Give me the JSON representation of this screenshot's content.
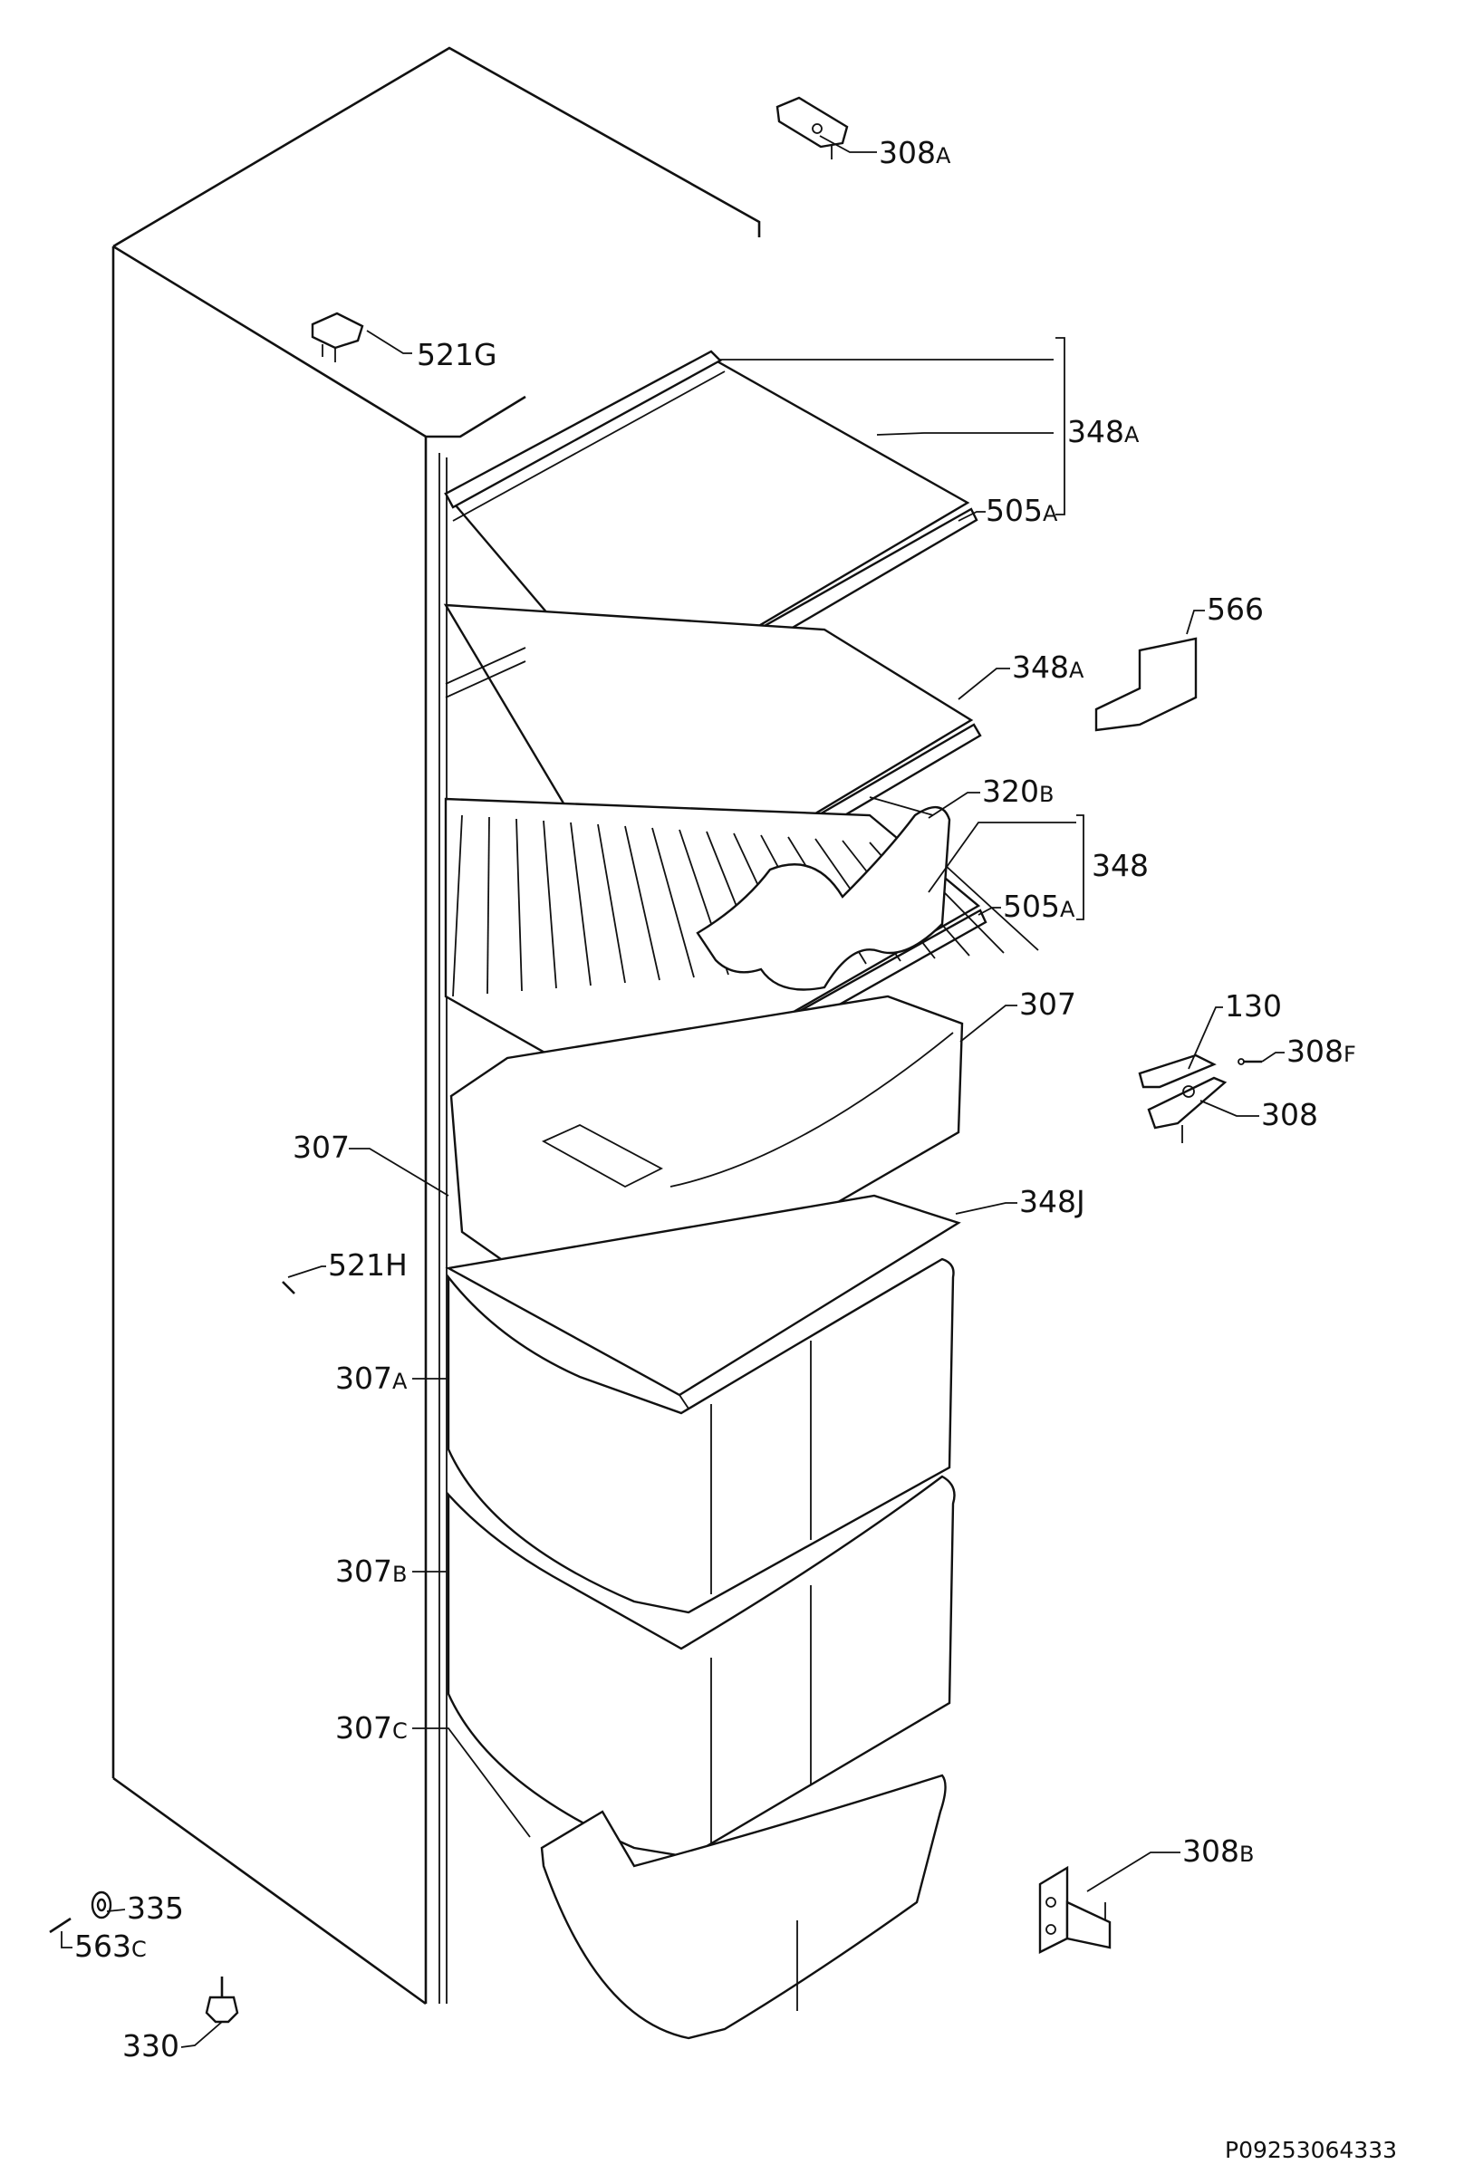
{
  "diagram": {
    "doc_number": "P09253064333",
    "labels": [
      {
        "id": "308A",
        "main": "308",
        "sub": "A"
      },
      {
        "id": "521G",
        "main": "521G",
        "sub": ""
      },
      {
        "id": "348A-1",
        "main": "348",
        "sub": "A"
      },
      {
        "id": "505A-1",
        "main": "505",
        "sub": "A"
      },
      {
        "id": "566",
        "main": "566",
        "sub": ""
      },
      {
        "id": "348A-2",
        "main": "348",
        "sub": "A"
      },
      {
        "id": "320B",
        "main": "320",
        "sub": "B"
      },
      {
        "id": "348",
        "main": "348",
        "sub": ""
      },
      {
        "id": "505A-2",
        "main": "505",
        "sub": "A"
      },
      {
        "id": "307-right",
        "main": "307",
        "sub": ""
      },
      {
        "id": "130",
        "main": "130",
        "sub": ""
      },
      {
        "id": "308F",
        "main": "308",
        "sub": "F"
      },
      {
        "id": "308",
        "main": "308",
        "sub": ""
      },
      {
        "id": "307-left",
        "main": "307",
        "sub": ""
      },
      {
        "id": "348J",
        "main": "348J",
        "sub": ""
      },
      {
        "id": "521H",
        "main": "521H",
        "sub": ""
      },
      {
        "id": "307A",
        "main": "307",
        "sub": "A"
      },
      {
        "id": "307B",
        "main": "307",
        "sub": "B"
      },
      {
        "id": "307C",
        "main": "307",
        "sub": "C"
      },
      {
        "id": "308B",
        "main": "308",
        "sub": "B"
      },
      {
        "id": "335",
        "main": "335",
        "sub": ""
      },
      {
        "id": "563C",
        "main": "563",
        "sub": "C"
      },
      {
        "id": "330",
        "main": "330",
        "sub": ""
      }
    ]
  }
}
